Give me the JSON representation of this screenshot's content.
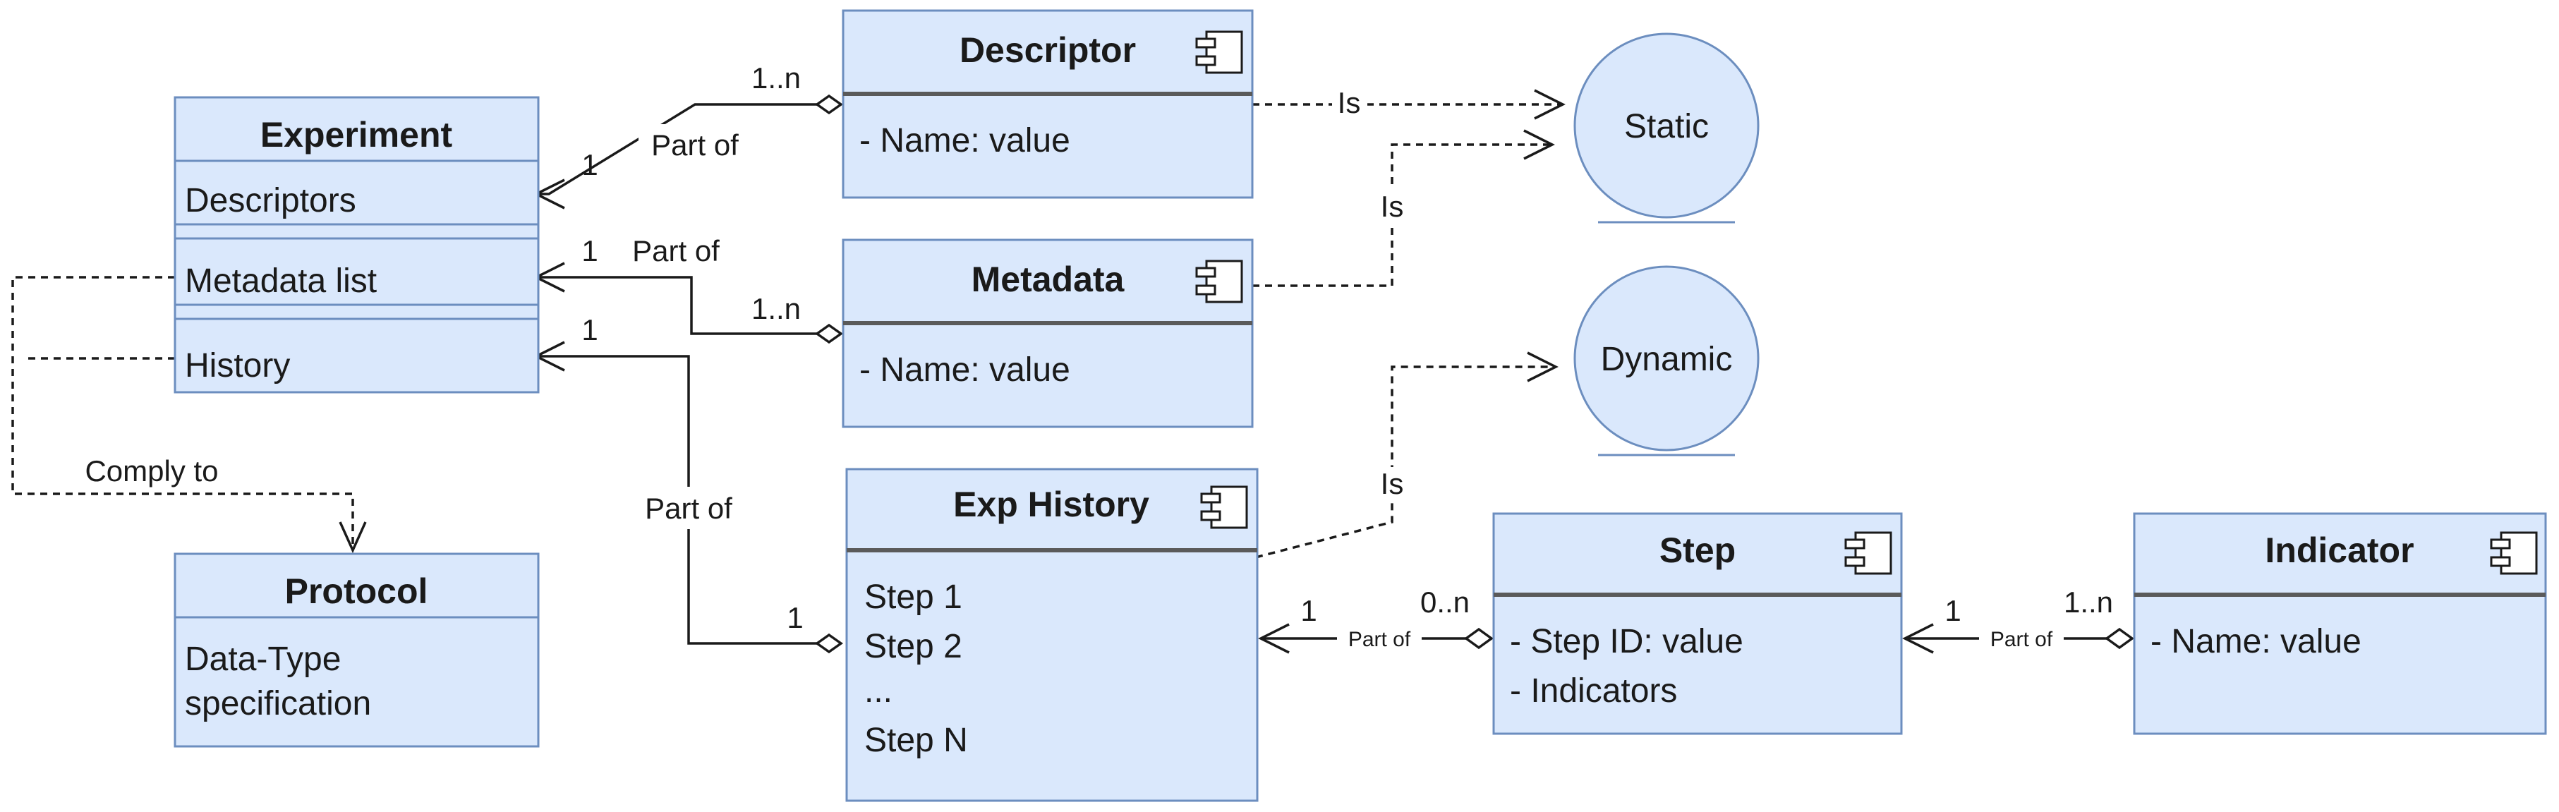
{
  "experiment": {
    "title": "Experiment",
    "descriptors": "Descriptors",
    "metadata_list": "Metadata list",
    "history": "History"
  },
  "protocol": {
    "title": "Protocol",
    "line1": "Data-Type",
    "line2": "specification"
  },
  "descriptor": {
    "title": "Descriptor",
    "field": "- Name: value"
  },
  "metadata": {
    "title": "Metadata",
    "field": "- Name: value"
  },
  "exp_history": {
    "title": "Exp History",
    "steps": [
      "Step 1",
      "Step 2",
      "...",
      "Step N"
    ]
  },
  "step": {
    "title": "Step",
    "fields": [
      "- Step ID: value",
      "- Indicators"
    ]
  },
  "indicator": {
    "title": "Indicator",
    "field": "- Name: value"
  },
  "states": {
    "static": "Static",
    "dynamic": "Dynamic"
  },
  "edges": {
    "part_of": "Part of",
    "is": "Is",
    "comply_to": "Comply to",
    "one": "1",
    "one_to_n": "1..n",
    "zero_to_n": "0..n"
  }
}
